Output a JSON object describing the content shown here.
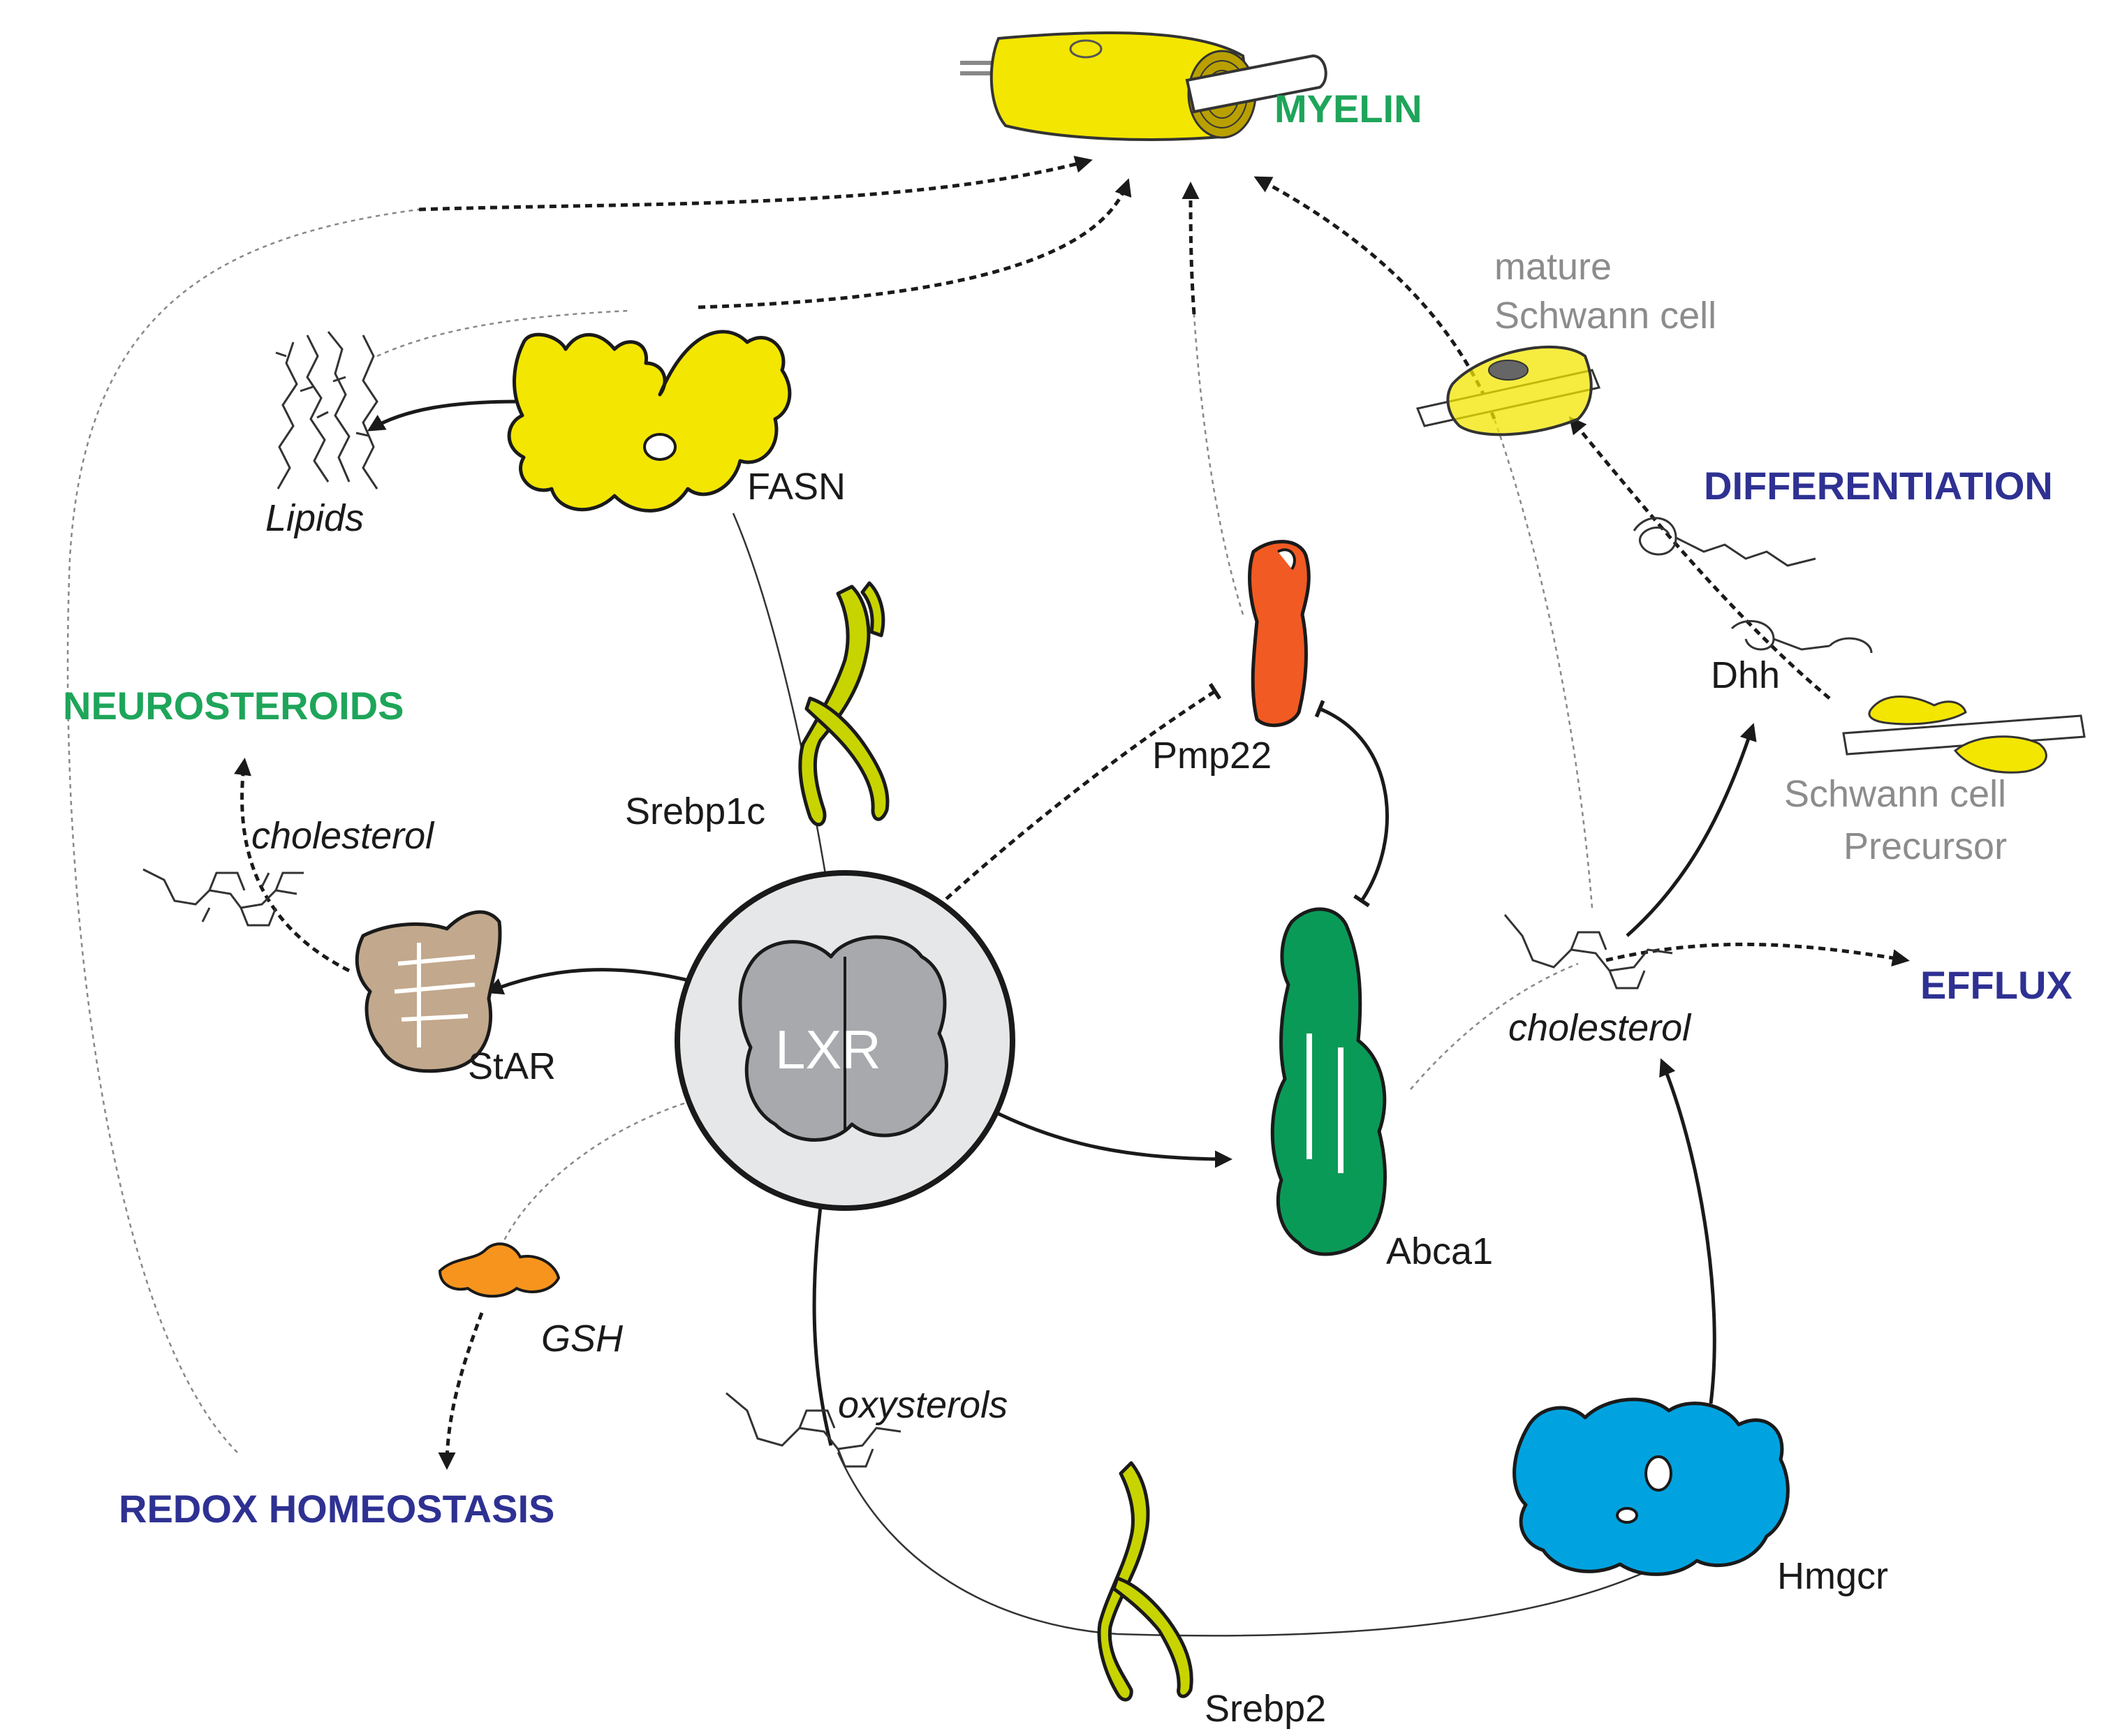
{
  "headings": {
    "myelin": "MYELIN",
    "neurosteroids": "NEUROSTEROIDS",
    "differentiation": "DIFFERENTIATION",
    "efflux": "EFFLUX",
    "redox": "REDOX HOMEOSTASIS"
  },
  "nodes": {
    "lxr": "LXR",
    "fasn": "FASN",
    "lipids": "Lipids",
    "srebp1c": "Srebp1c",
    "pmp22": "Pmp22",
    "dhh": "Dhh",
    "star": "StAR",
    "cholesterol_left": "cholesterol",
    "cholesterol_right": "cholesterol",
    "abca1": "Abca1",
    "gsh": "GSH",
    "oxysterols": "oxysterols",
    "srebp2": "Srebp2",
    "hmgcr": "Hmgcr"
  },
  "cells": {
    "mature_line1": "mature",
    "mature_line2": "Schwann cell",
    "precursor_line1": "Schwann cell",
    "precursor_line2": "Precursor"
  },
  "colors": {
    "heading_green": "#1ea55a",
    "heading_blue": "#2e3192",
    "myelin_yellow": "#f3e600",
    "srebp_olive": "#c8d400",
    "pmp22_red": "#f15a22",
    "abca1_green": "#0a9a57",
    "hmgcr_blue": "#00a3e0",
    "star_tan": "#c2a88c",
    "gsh_orange": "#f7941d",
    "lxr_gray": "#a7a9ac"
  }
}
